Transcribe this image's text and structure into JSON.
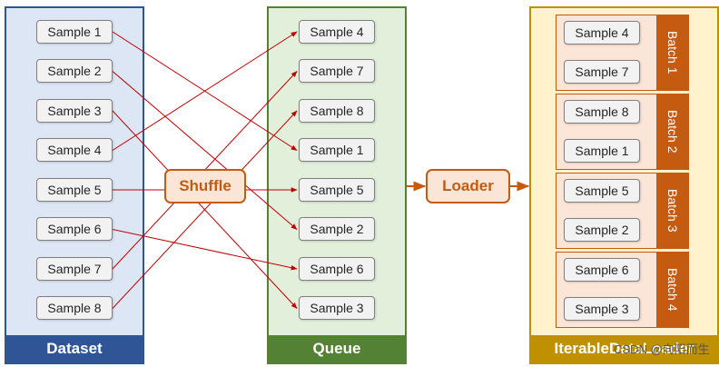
{
  "dataset": {
    "title": "Dataset",
    "samples": [
      "Sample 1",
      "Sample 2",
      "Sample 3",
      "Sample 4",
      "Sample 5",
      "Sample 6",
      "Sample 7",
      "Sample 8"
    ]
  },
  "shuffle": {
    "label": "Shuffle"
  },
  "queue": {
    "title": "Queue",
    "samples": [
      "Sample 4",
      "Sample 7",
      "Sample 8",
      "Sample 1",
      "Sample 5",
      "Sample 2",
      "Sample 6",
      "Sample 3"
    ]
  },
  "loader": {
    "label": "Loader"
  },
  "iterable": {
    "title": "IterableDataLoader",
    "batches": [
      {
        "label": "Batch 1",
        "samples": [
          "Sample 4",
          "Sample 7"
        ]
      },
      {
        "label": "Batch 2",
        "samples": [
          "Sample 8",
          "Sample 1"
        ]
      },
      {
        "label": "Batch 3",
        "samples": [
          "Sample 5",
          "Sample 2"
        ]
      },
      {
        "label": "Batch 4",
        "samples": [
          "Sample 6",
          "Sample 3"
        ]
      }
    ]
  },
  "watermark": "CSDN @向阳而生",
  "colors": {
    "dataset": "#2f5597",
    "queue": "#548235",
    "loader": "#bf9000",
    "accent": "#c55a11"
  }
}
